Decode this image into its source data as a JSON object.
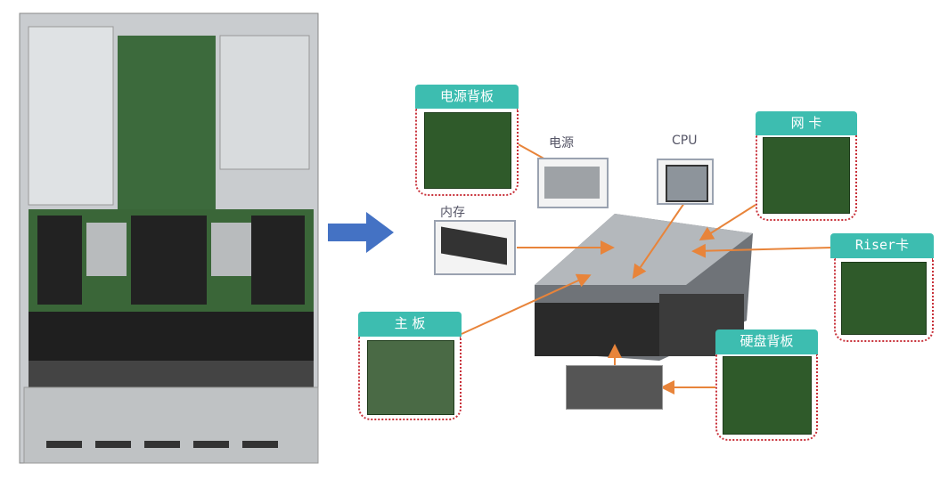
{
  "title": "Server components",
  "labels": {
    "psu_backplane": "电源背板",
    "psu": "电源",
    "cpu": "CPU",
    "nic": "网 卡",
    "memory": "内存",
    "riser": "Riser卡",
    "mainboard": "主 板",
    "disk_backplane": "硬盘背板"
  },
  "colors": {
    "label_bg": "#3dbdb0",
    "arrow": "#e8843a",
    "blue_arrow": "#4472c4",
    "dotted": "#c8313a"
  }
}
